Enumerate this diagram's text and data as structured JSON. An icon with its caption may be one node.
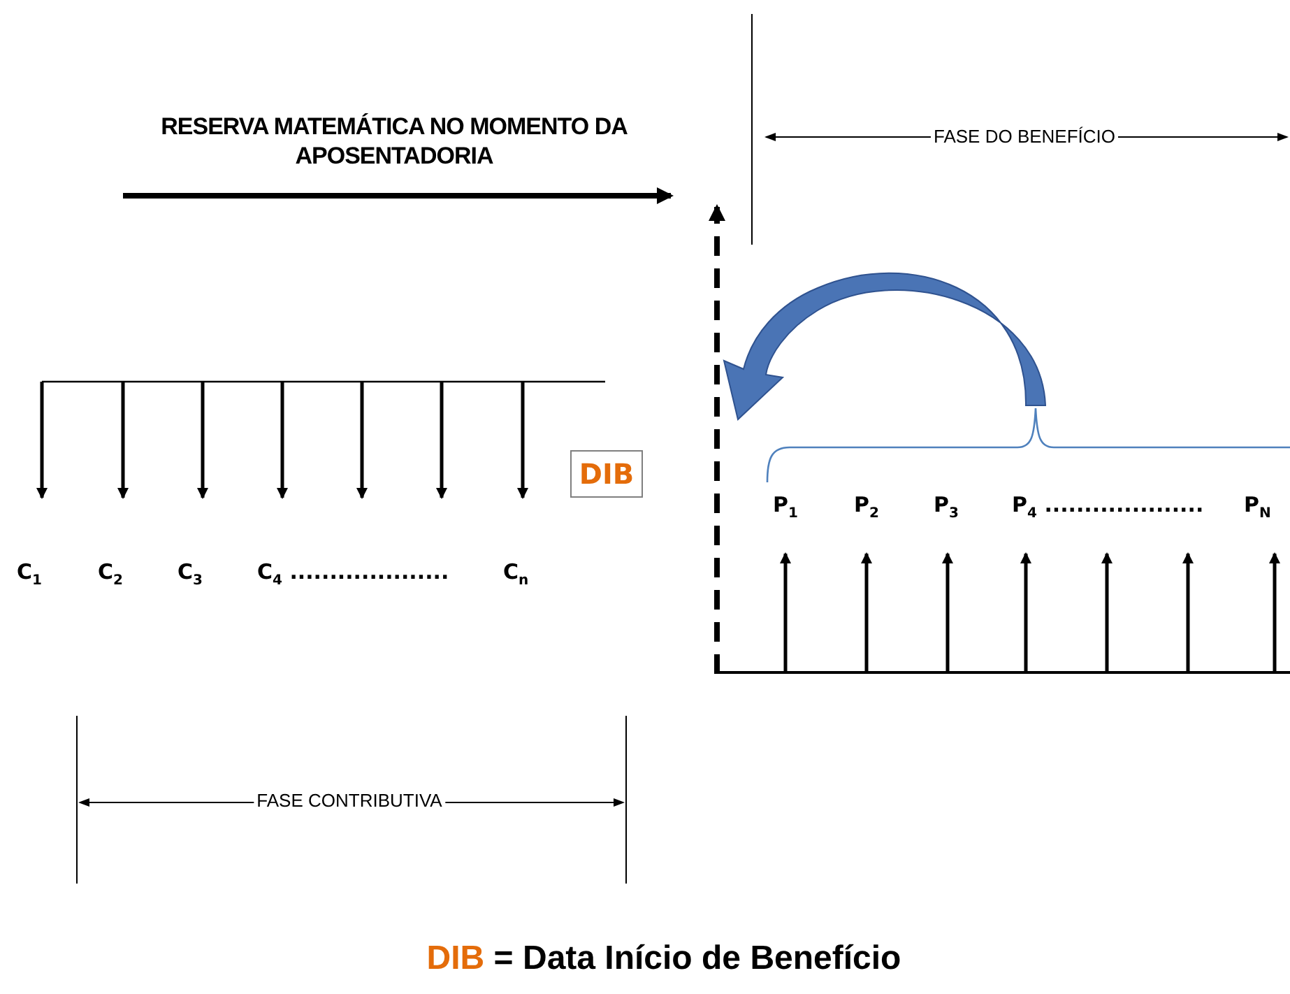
{
  "diagram": {
    "caption": "DIB = Data Início de Benefício",
    "nodes": [
      {
        "text": [
          "DIB"
        ]
      }
    ],
    "labels": [
      "RESERVA MATEMÁTICA NO MOMENTO DA APOSENTADORIA",
      "FASE DO BENEFÍCIO",
      "P$_{1}$",
      "P$_{2}$",
      "P$_{3}$",
      "P$_{4}$ ....................",
      "P$_{N}$",
      "C$_{1}$",
      "C$_{2}$",
      "C$_{3}$",
      "C$_{4}$ ....................",
      "C$_{n}$",
      "FASE CONTRIBUTIVA"
    ]
  }
}
